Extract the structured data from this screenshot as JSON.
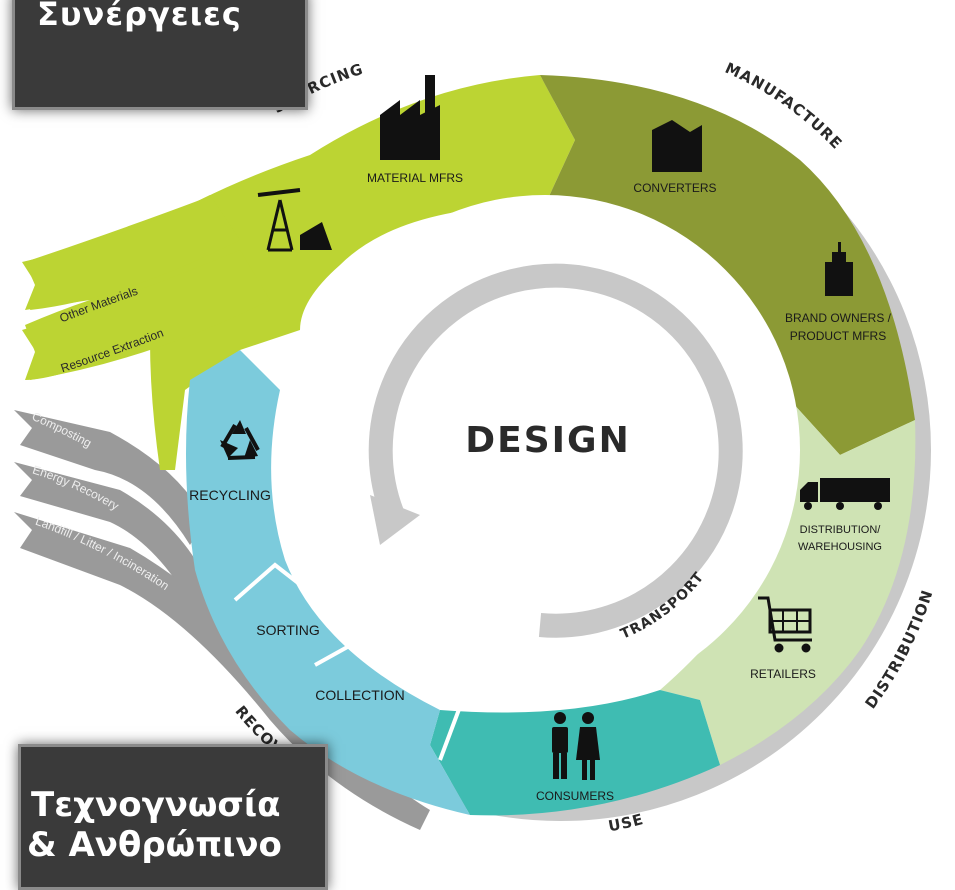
{
  "corner_labels": {
    "top": "Συνέργειες",
    "bottom_line1": "Τεχνογνωσία",
    "bottom_line2": "& Ανθρώπινο"
  },
  "center_label": "DESIGN",
  "inner_ring_label": "TRANSPORT",
  "outer_ring_labels": {
    "sourcing": "SOURCING",
    "manufacture": "MANUFACTURE",
    "distribution": "DISTRIBUTION",
    "use": "USE",
    "recovery": "RECOVERY"
  },
  "stages": {
    "material_mfrs": "MATERIAL MFRS",
    "converters": "CONVERTERS",
    "brand_owners_1": "BRAND OWNERS /",
    "brand_owners_2": "PRODUCT MFRS",
    "distribution_1": "DISTRIBUTION/",
    "distribution_2": "WAREHOUSING",
    "retailers": "RETAILERS",
    "consumers": "CONSUMERS",
    "collection": "COLLECTION",
    "sorting": "SORTING",
    "recycling": "RECYCLING"
  },
  "inputs": {
    "other_materials": "Other Materials",
    "resource_extraction": "Resource Extraction"
  },
  "outputs": {
    "composting": "Composting",
    "energy_recovery": "Energy Recovery",
    "landfill": "Landfill / Litter / Incineration"
  },
  "colors": {
    "sourcing_green": "#bcd433",
    "manufacture_olive": "#8c9a35",
    "distribution_pale": "#cfe3b4",
    "use_teal": "#3fbcb2",
    "recovery_blue": "#7ccbdc",
    "ring_gray": "#c8c8c8",
    "output_gray": "#9a9a9a"
  },
  "icons": [
    "factory-icon",
    "oil-derrick-icon",
    "converter-factory-icon",
    "brand-owner-icon",
    "truck-icon",
    "shopping-cart-icon",
    "consumers-icon",
    "recycle-icon"
  ]
}
